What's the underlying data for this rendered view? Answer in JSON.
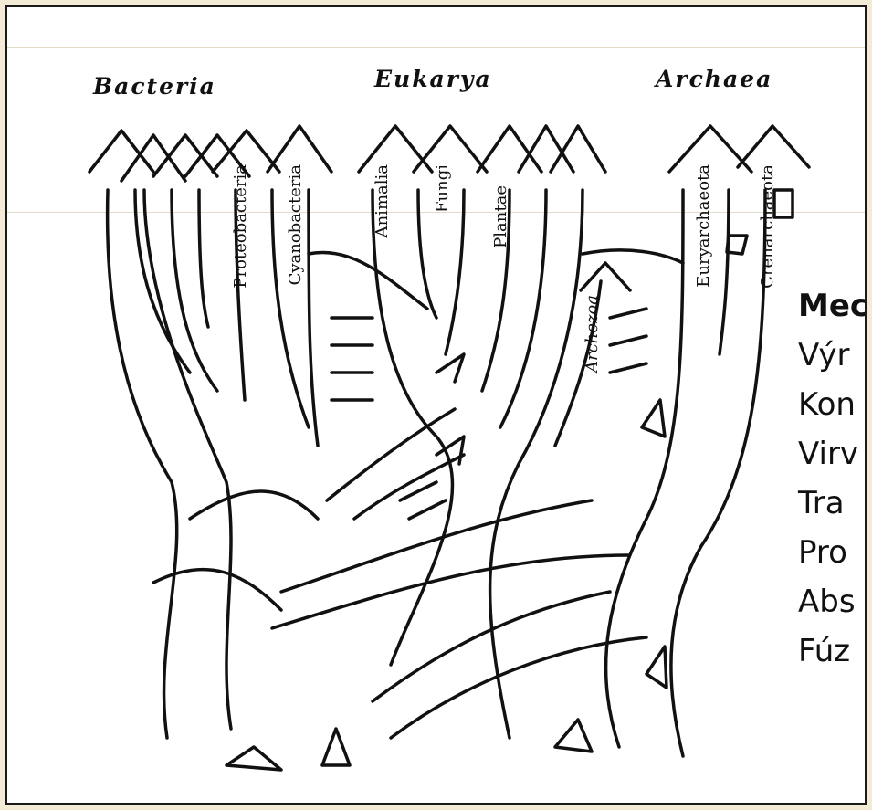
{
  "domains": {
    "bacteria": "Bacteria",
    "eukarya": "Eukarya",
    "archaea": "Archaea"
  },
  "branches": {
    "proteobacteria": "Proteobacteria",
    "cyanobacteria": "Cyanobacteria",
    "animalia": "Animalia",
    "fungi": "Fungi",
    "plantae": "Plantae",
    "archezoa": "Archezoa",
    "euryarchaeota": "Euryarchaeota",
    "crenarchaeota": "Crenarchaeota"
  },
  "legend": {
    "heading": "Mec",
    "items": [
      "Výr",
      "Kon",
      "Virv",
      "Tra",
      "Pro",
      "Abs",
      "Fúz"
    ]
  }
}
